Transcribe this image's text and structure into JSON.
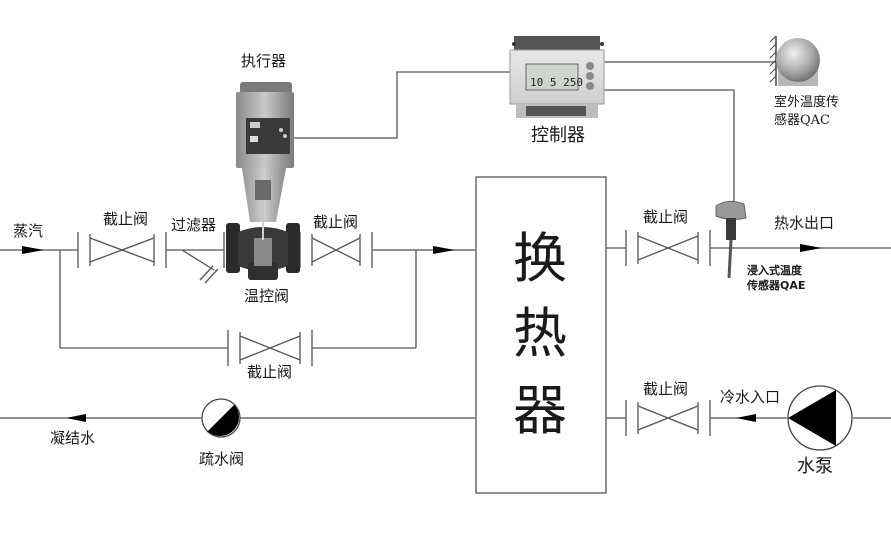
{
  "diagram": {
    "title": "Steam heat exchanger temperature control system",
    "colors": {
      "line": "#555555",
      "arrow": "#000000",
      "text": "#1a1a1a",
      "device_gray": "#9a9a9a"
    },
    "labels": {
      "steam": "蒸汽",
      "stop_valve_1": "截止阀",
      "filter": "过滤器",
      "actuator": "执行器",
      "control_valve": "温控阀",
      "stop_valve_2": "截止阀",
      "bypass_valve": "截止阀",
      "controller": "控制器",
      "outdoor_sensor_line1": "室外温度传",
      "outdoor_sensor_line2": "感器QAC",
      "heat_exchanger_1": "换",
      "heat_exchanger_2": "热",
      "heat_exchanger_3": "器",
      "hot_water_stop_valve": "截止阀",
      "hot_water_outlet": "热水出口",
      "immersion_sensor_line1": "浸入式温度",
      "immersion_sensor_line2": "传感器QAE",
      "cold_water_stop_valve": "截止阀",
      "cold_water_inlet": "冷水入口",
      "pump": "水泵",
      "condensate": "凝结水",
      "steam_trap": "疏水阀"
    },
    "controller_display": "10 5 250",
    "icons": {
      "stop_valve": "gate-valve-icon",
      "filter": "strainer-icon",
      "pump": "pump-icon",
      "steam_trap": "steam-trap-icon",
      "arrow": "flow-arrow-icon"
    }
  }
}
